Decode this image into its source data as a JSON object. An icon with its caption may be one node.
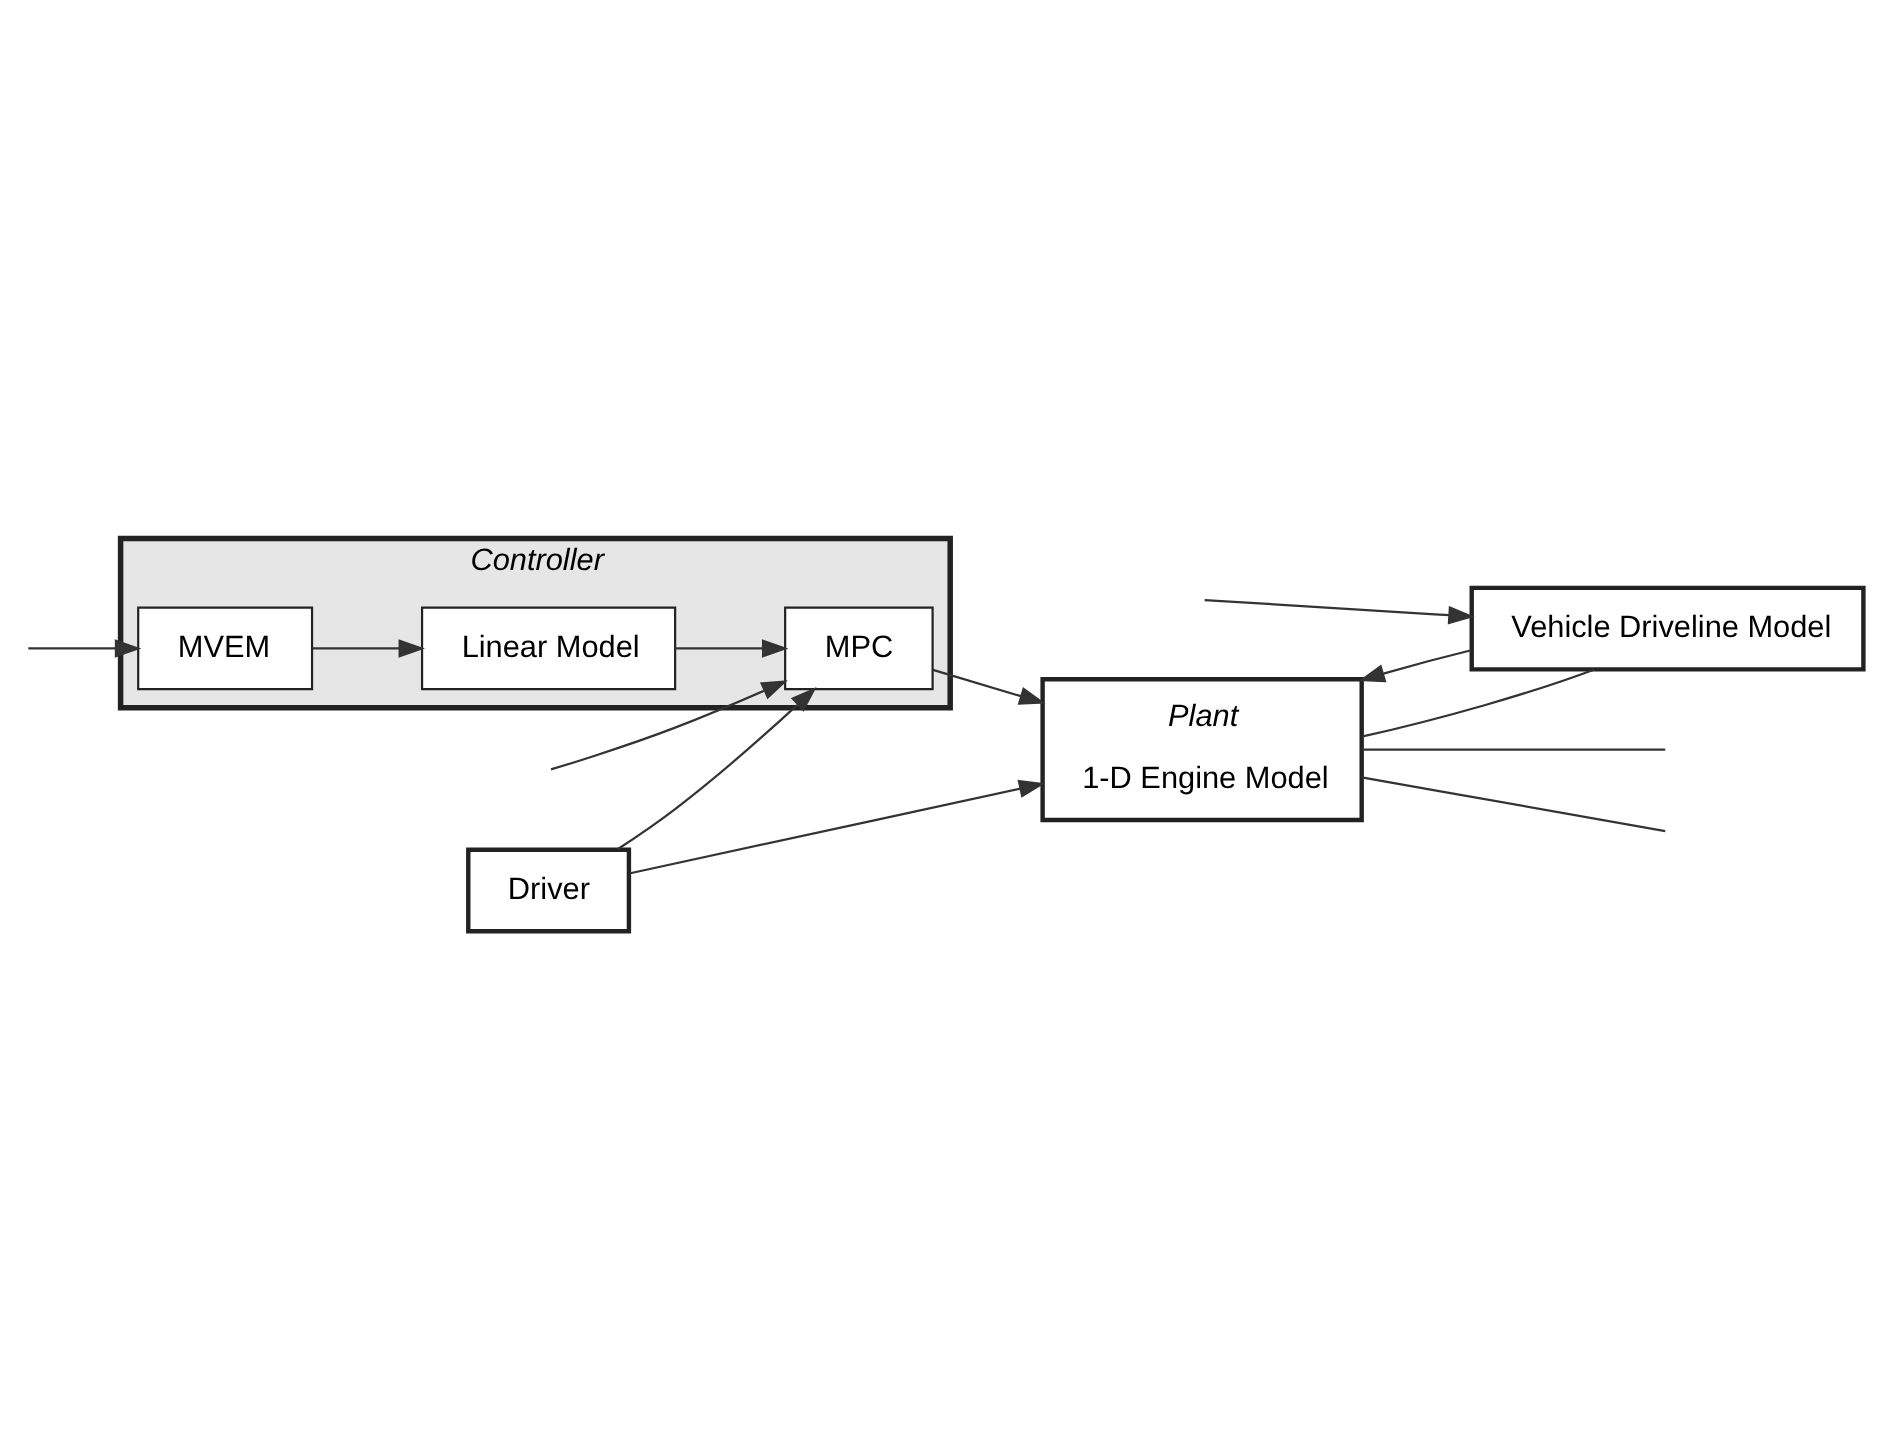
{
  "diagram": {
    "nodes": [
      {
        "text": [
          "Controller"
        ]
      },
      {
        "text": [
          "Linear Model"
        ],
        "in": 0
      },
      {
        "text": [
          "MVEM"
        ],
        "in": 0
      },
      {
        "text": [
          "Driver"
        ]
      },
      {
        "text": [
          "MPC"
        ],
        "in": 0
      },
      {
        "text": [
          "Plant",
          "1-D Engine Model"
        ]
      },
      {
        "text": [
          "Vehicle Driveline Model"
        ]
      }
    ],
    "edges": [
      {
        "from": null,
        "to": 2,
        "arrow": "to"
      },
      {
        "from": 2,
        "to": 1,
        "arrow": "to"
      },
      {
        "from": 1,
        "to": 4,
        "arrow": "to"
      },
      {
        "from": 3,
        "to": 4,
        "arrow": "to"
      },
      {
        "from": null,
        "to": 4,
        "arrow": "to"
      },
      {
        "from": 4,
        "to": 5,
        "arrow": "to"
      },
      {
        "from": 3,
        "to": 5,
        "arrow": "to"
      },
      {
        "from": 6,
        "to": 5,
        "arrow": "to"
      },
      {
        "from": 5,
        "to": null,
        "arrow": "none"
      },
      {
        "from": 5,
        "to": null,
        "arrow": "none"
      },
      {
        "from": 5,
        "to": 6,
        "arrow": "none"
      },
      {
        "from": null,
        "to": 6,
        "arrow": "to"
      }
    ]
  }
}
